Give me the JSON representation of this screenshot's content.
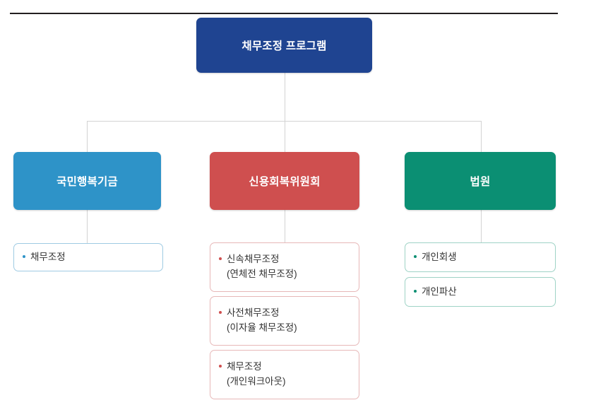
{
  "diagram": {
    "title_rule": "",
    "root": {
      "label": "채무조정 프로그램",
      "color": "#1f4491"
    },
    "categories": [
      {
        "id": "kookmin-happiness-fund",
        "label": "국민행복기금",
        "color": "#2e93c8",
        "items": [
          {
            "line1": "채무조정",
            "line2": ""
          }
        ]
      },
      {
        "id": "credit-counseling-recovery-service",
        "label": "신용회복위원회",
        "color": "#cf4f4f",
        "items": [
          {
            "line1": "신속채무조정",
            "line2": "(연체전 채무조정)"
          },
          {
            "line1": "사전채무조정",
            "line2": "(이자율 채무조정)"
          },
          {
            "line1": "채무조정",
            "line2": "(개인워크아웃)"
          }
        ]
      },
      {
        "id": "court",
        "label": "법원",
        "color": "#0b8f73",
        "items": [
          {
            "line1": "개인회생",
            "line2": ""
          },
          {
            "line1": "개인파산",
            "line2": ""
          }
        ]
      }
    ],
    "connector_color": "#d3d3d3",
    "rule_color": "#231f20"
  }
}
